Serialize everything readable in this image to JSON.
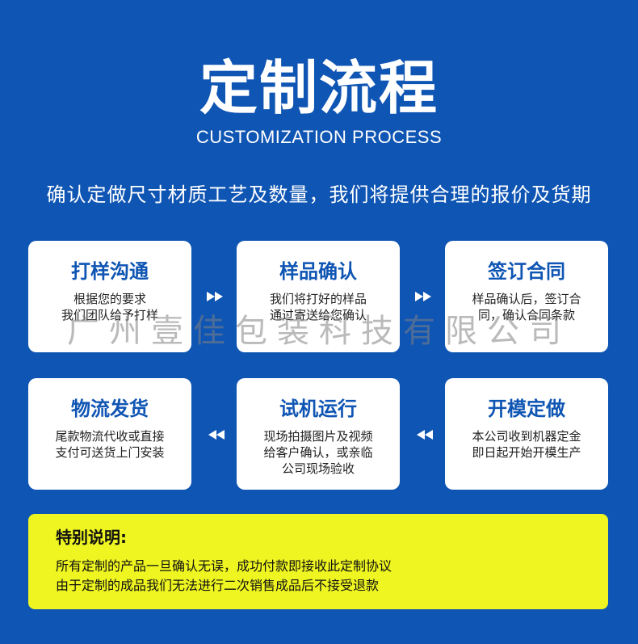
{
  "title": "定制流程",
  "subtitle": "CUSTOMIZATION PROCESS",
  "intro": "确认定做尺寸材质工艺及数量，我们将提供合理的报价及货期",
  "watermark": "广州壹佳包装科技有限公司",
  "steps": [
    {
      "title": "打样沟通",
      "desc": "根据您的要求\n我们团队给予打样"
    },
    {
      "title": "样品确认",
      "desc": "我们将打好的样品\n通过寄送给您确认"
    },
    {
      "title": "签订合同",
      "desc": "样品确认后，签订合\n同，确认合同条款"
    },
    {
      "title": "开模定做",
      "desc": "本公司收到机器定金\n即日起开始开模生产"
    },
    {
      "title": "试机运行",
      "desc": "现场拍摄图片及视频\n给客户确认，或亲临\n公司现场验收"
    },
    {
      "title": "物流发货",
      "desc": "尾款物流代收或直接\n支付可送货上门安装"
    }
  ],
  "arrows": {
    "row1": "forward-arrow-icon",
    "row2": "backward-arrow-icon"
  },
  "note": {
    "title": "特别说明:",
    "line1": "所有定制的产品一旦确认无误，成功付款即接收此定制协议",
    "line2": "由于定制的成品我们无法进行二次销售成品后不接受退款"
  },
  "colors": {
    "background": "#0f55b3",
    "card": "#ffffff",
    "card_title": "#0f55b3",
    "note_background": "#eef520"
  }
}
